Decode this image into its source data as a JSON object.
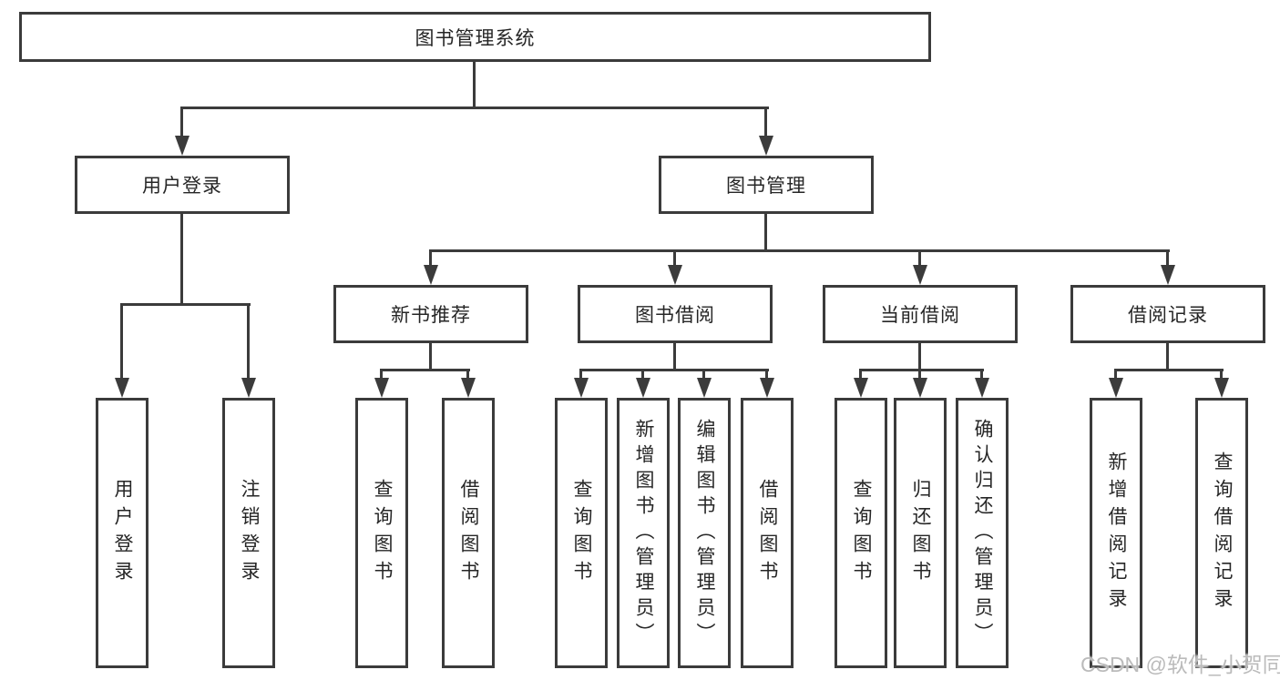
{
  "diagram": {
    "title": "图书管理系统",
    "root": "图书管理系统",
    "branches": [
      {
        "label": "用户登录",
        "children": [
          "用户登录",
          "注销登录"
        ]
      },
      {
        "label": "图书管理",
        "modules": [
          {
            "label": "新书推荐",
            "children": [
              "查询图书",
              "借阅图书"
            ]
          },
          {
            "label": "图书借阅",
            "children": [
              "查询图书",
              "新增图书（管理员）",
              "编辑图书（管理员）",
              "借阅图书"
            ]
          },
          {
            "label": "当前借阅",
            "children": [
              "查询图书",
              "归还图书",
              "确认归还（管理员）"
            ]
          },
          {
            "label": "借阅记录",
            "children": [
              "新增借阅记录",
              "查询借阅记录"
            ]
          }
        ]
      }
    ]
  },
  "watermark": "CSDN @软件_小贺同学",
  "colors": {
    "line": "#3b3b3b",
    "box_border": "#3b3b3b",
    "text": "#262626",
    "watermark": "#b7b7b7",
    "background": "#ffffff"
  }
}
